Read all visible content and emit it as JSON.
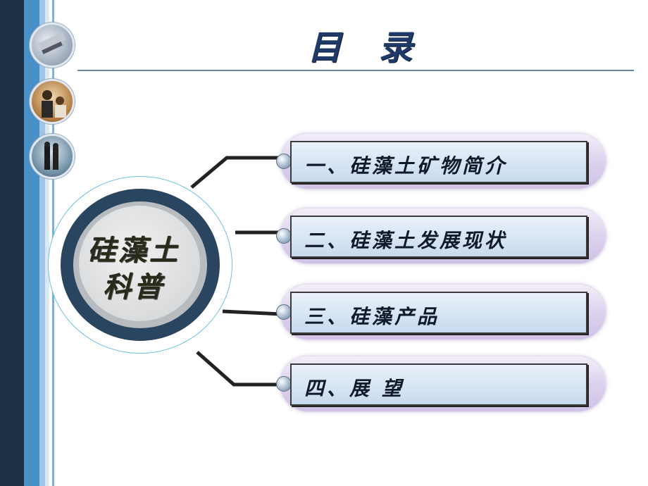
{
  "slide": {
    "title": "目 录",
    "center_label_line1": "硅藻土",
    "center_label_line2": "科普",
    "items": [
      {
        "label": "一、硅藻土矿物简介"
      },
      {
        "label": "二、硅藻土发展现状"
      },
      {
        "label": "三、硅藻产品"
      },
      {
        "label": "四、展 望"
      }
    ]
  },
  "colors": {
    "title": "#1f3a66",
    "ring_dark": "#2a4560",
    "accent_blue": "#4a90c8"
  },
  "icons": [
    "business-photo-icon",
    "people-photo-icon",
    "walking-people-photo-icon"
  ]
}
